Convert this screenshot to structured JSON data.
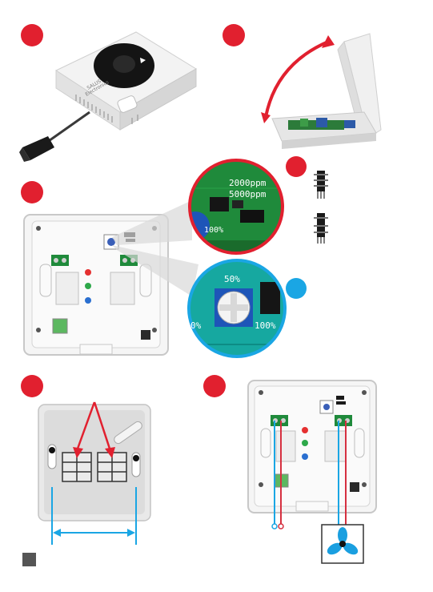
{
  "colors": {
    "step_marker": "#e1202f",
    "note_marker": "#1aa6e4",
    "pcb_green": "#1f8a3b",
    "pcb_teal": "#16a8a0",
    "zoom_red_ring": "#e1202f",
    "zoom_blue_ring": "#1aa6e4",
    "wire_blue": "#1aa6e4",
    "wire_red": "#d63040",
    "case_white": "#f2f2f2",
    "led_red": "#e53030",
    "led_green": "#2ea84a",
    "led_blue": "#2a6fd0",
    "fan_blue": "#1a9fe0"
  },
  "device": {
    "brand_line1": "SALUS",
    "brand_line2": "Electronics"
  },
  "jumper_zoom": {
    "option_top": "2000ppm",
    "option_bottom": "5000ppm",
    "scale_label": "100%"
  },
  "pot_zoom": {
    "label_top": "50%",
    "label_left": "0%",
    "label_right": "100%"
  },
  "icons": {
    "panel1": "screwdriver-icon",
    "panel2": "open-arc-arrow-icon",
    "panel6": "fan-icon",
    "bottom": "square-bullet-icon"
  }
}
